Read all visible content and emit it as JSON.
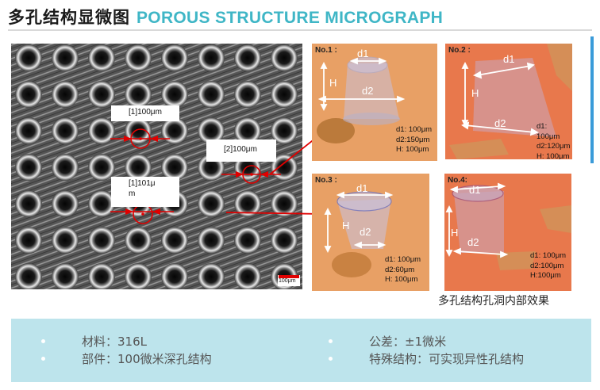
{
  "header": {
    "title_cn": "多孔结构显微图",
    "title_en": "POROUS STRUCTURE MICROGRAPH"
  },
  "micrograph": {
    "labels": [
      {
        "id": "m1",
        "text": "[1]100μm"
      },
      {
        "id": "m2",
        "text": "[2]100μm"
      },
      {
        "id": "m3a",
        "text": "[1]101μ"
      },
      {
        "id": "m3b",
        "text": "m"
      }
    ],
    "scalebar": "100μm"
  },
  "panels": [
    {
      "no": "No.1 :",
      "d1": "d1",
      "d2": "d2",
      "h": "H",
      "specs": [
        "d1: 100μm",
        "d2:150μm",
        "H: 100μm"
      ]
    },
    {
      "no": "No.2 :",
      "d1": "d1",
      "d2": "d2",
      "h": "H",
      "specs": [
        "d1: 100μm",
        "d2:120μm",
        "H: 100μm"
      ]
    },
    {
      "no": "No.3 :",
      "d1": "d1",
      "d2": "d2",
      "h": "H",
      "specs": [
        "d1: 100μm",
        "d2:60μm",
        "H: 100μm"
      ]
    },
    {
      "no": "No.4:",
      "d1": "d1",
      "d2": "d2",
      "h": "H",
      "specs": [
        "d1: 100μm",
        "d2:100μm",
        "H:100μm"
      ]
    }
  ],
  "caption": "多孔结构孔洞内部效果",
  "specs": {
    "material": "材料：316L",
    "tolerance": "公差：±1微米",
    "part": "部件：100微米深孔结构",
    "special": "特殊结构：可实现异性孔结构"
  },
  "colors": {
    "accent": "#3fb6c6",
    "footer_bg": "#bde4ec",
    "panel1": "#e8a065",
    "panel2": "#e8784c",
    "arrow": "#e00000"
  }
}
